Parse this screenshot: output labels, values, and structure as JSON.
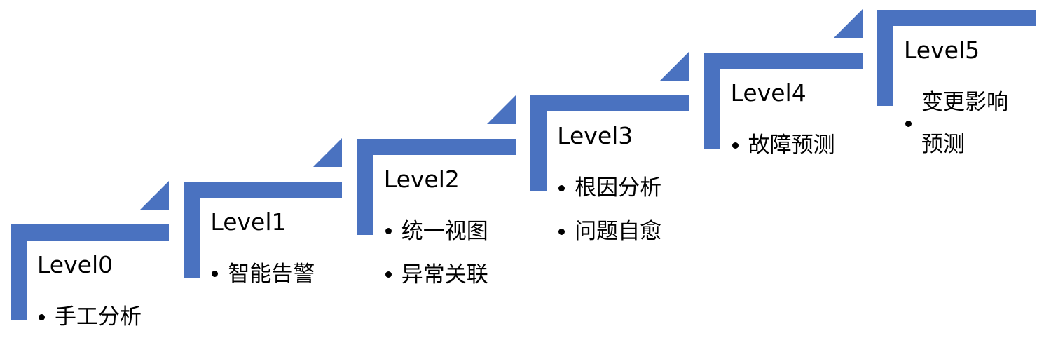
{
  "color": "#4a72c0",
  "steps": [
    {
      "title": "Level0",
      "items": [
        "手工分析"
      ]
    },
    {
      "title": "Level1",
      "items": [
        "智能告警"
      ]
    },
    {
      "title": "Level2",
      "items": [
        "统一视图",
        "异常关联"
      ]
    },
    {
      "title": "Level3",
      "items": [
        "根因分析",
        "问题自愈"
      ]
    },
    {
      "title": "Level4",
      "items": [
        "故障预测"
      ]
    },
    {
      "title": "Level5",
      "items": [
        "变更影响预测"
      ]
    }
  ]
}
